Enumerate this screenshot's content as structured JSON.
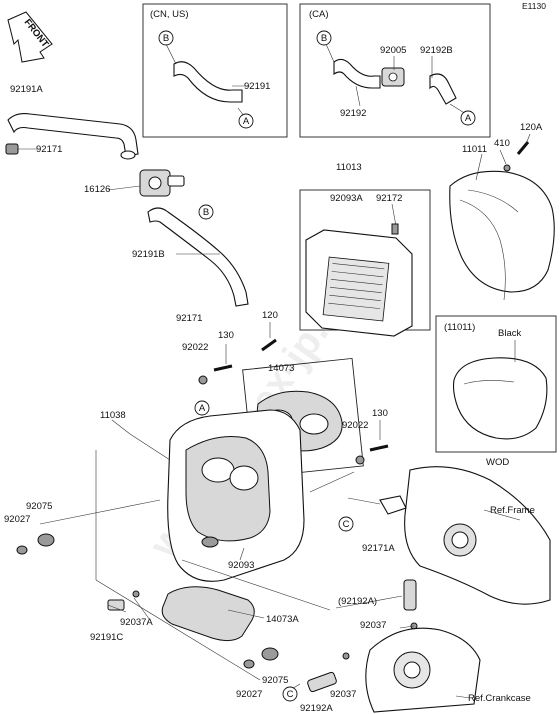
{
  "diagram_code": "E1130",
  "front_label": "FRONT",
  "watermark": "www.impex-jp.com",
  "boxes": {
    "cn_us": "(CN, US)",
    "ca": "(CA)",
    "black_title": "(11011)",
    "black_sub": "Black",
    "wod": "WOD"
  },
  "refs": [
    "A",
    "B",
    "C"
  ],
  "labels": {
    "p92191": "92191",
    "p92005": "92005",
    "p92192B": "92192B",
    "p92192": "92192",
    "p92191A": "92191A",
    "p92171": "92171",
    "p16126": "16126",
    "p92191B": "92191B",
    "p11013": "11013",
    "p92093A": "92093A",
    "p92172": "92172",
    "p410": "410",
    "p120A": "120A",
    "p11011": "11011",
    "p92171b": "92171",
    "p120": "120",
    "p130a": "130",
    "p92022a": "92022",
    "p14073": "14073",
    "p11038": "11038",
    "p92022b": "92022",
    "p130b": "130",
    "p92075a": "92075",
    "p92027a": "92027",
    "p92093": "92093",
    "p92171A": "92171A",
    "refFrame": "Ref.Frame",
    "p92192Ap": "(92192A)",
    "p92037A": "92037A",
    "p14073A": "14073A",
    "p92191C": "92191C",
    "p92037a": "92037",
    "p92027b": "92027",
    "p92075b": "92075",
    "p92037b": "92037",
    "p92192A": "92192A",
    "refCrankcase": "Ref.Crankcase"
  }
}
